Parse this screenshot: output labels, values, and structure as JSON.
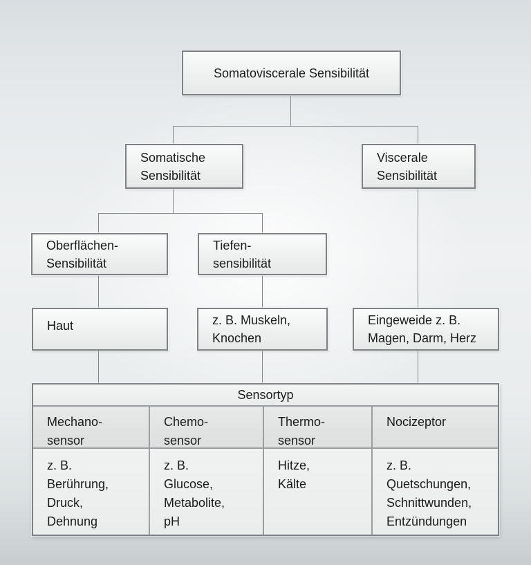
{
  "title": "Somatoviscerale Sensibilität",
  "nodes": {
    "root": {
      "label": "Somatoviscerale Sensibilität"
    },
    "somatische": {
      "label": "Somatische\nSensibilität"
    },
    "viscerale": {
      "label": "Viscerale\nSensibilität"
    },
    "oberflaechen": {
      "label": "Oberflächen-\nSensibilität"
    },
    "tiefen": {
      "label": "Tiefen-\nsensibilität"
    },
    "haut": {
      "label": "Haut"
    },
    "muskeln": {
      "label": "z. B. Muskeln,\nKnochen"
    },
    "eingeweide": {
      "label": "Eingeweide z. B.\nMagen, Darm, Herz"
    }
  },
  "sensor_table": {
    "title": "Sensortyp",
    "columns": [
      {
        "header": "Mechano-\nsensor",
        "examples": "z. B.\nBerührung,\nDruck,\nDehnung"
      },
      {
        "header": "Chemo-\nsensor",
        "examples": "z. B.\nGlucose,\nMetabolite,\npH"
      },
      {
        "header": "Thermo-\nsensor",
        "examples": "Hitze,\nKälte"
      },
      {
        "header": "Nocizeptor",
        "examples": "z. B.\nQuetschungen,\nSchnittwunden,\nEntzündungen"
      }
    ]
  },
  "colors": {
    "box_border": "#7d8184",
    "inner_divider": "#9b9ea0",
    "connector": "#85888a",
    "text": "#1b1b1b"
  }
}
